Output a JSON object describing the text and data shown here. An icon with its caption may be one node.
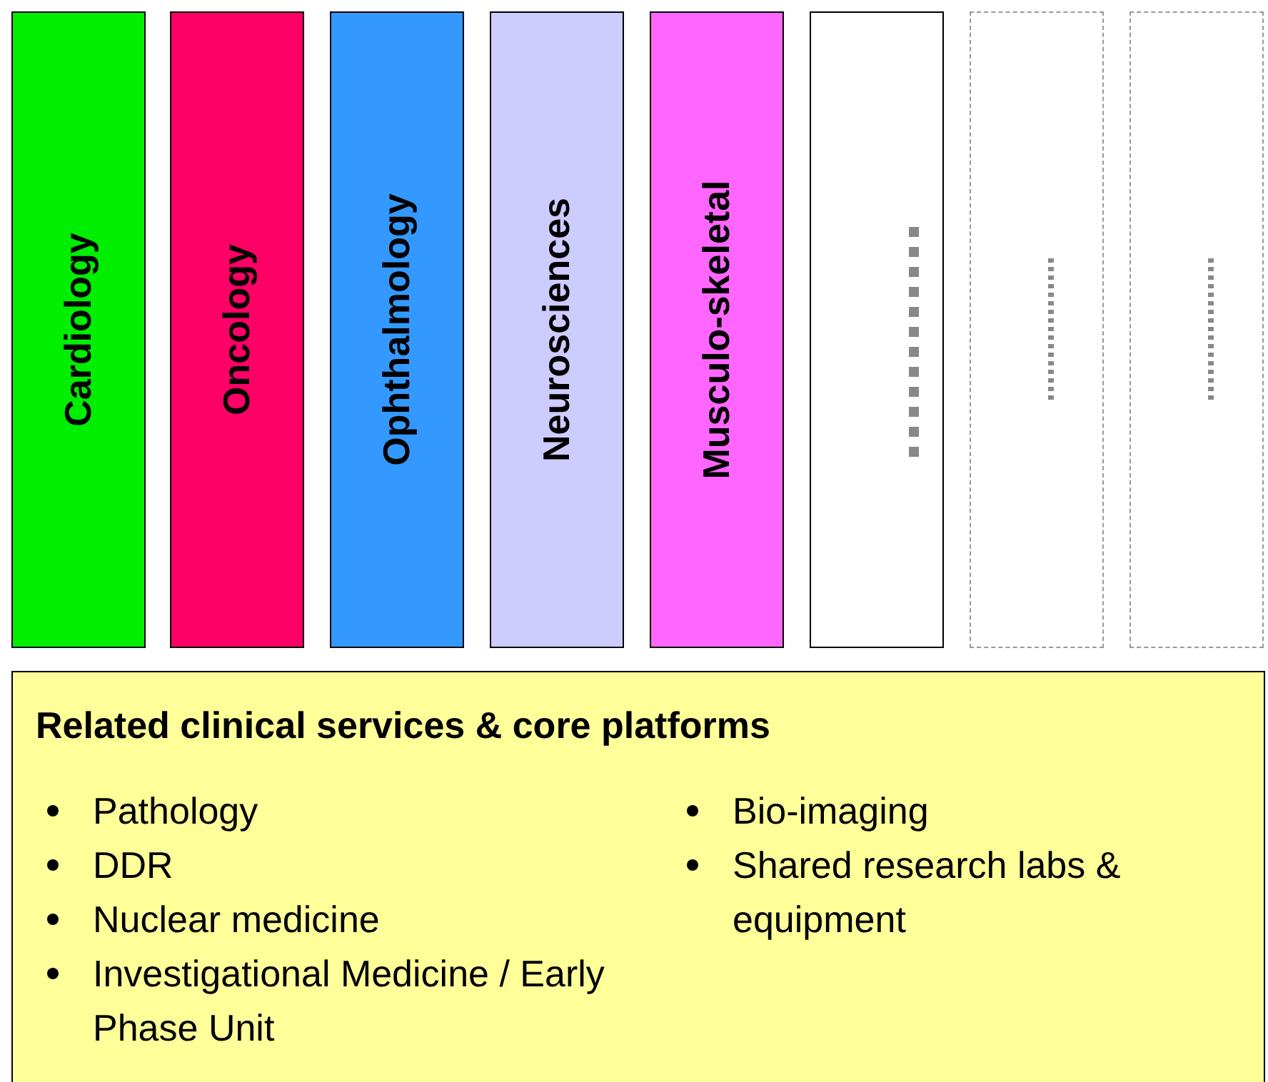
{
  "diagram": {
    "nodes": [
      {
        "text": [
          "Cardiology"
        ]
      },
      {
        "text": [
          "Oncology"
        ]
      },
      {
        "text": [
          "Ophthalmology"
        ]
      },
      {
        "text": [
          "Neurosciences"
        ]
      },
      {
        "text": [
          "Musculo-skeletal"
        ]
      },
      {
        "text": [],
        "shape": "box"
      },
      {
        "text": [],
        "shape": "box"
      },
      {
        "text": [],
        "shape": "box"
      },
      {
        "text": [
          "Related clinical services & core platforms",
          "Pathology",
          "DDR",
          "Nuclear medicine",
          "Investigational Medicine / Early Phase Unit",
          "Bio-imaging",
          "Shared research labs & equipment"
        ]
      }
    ]
  }
}
